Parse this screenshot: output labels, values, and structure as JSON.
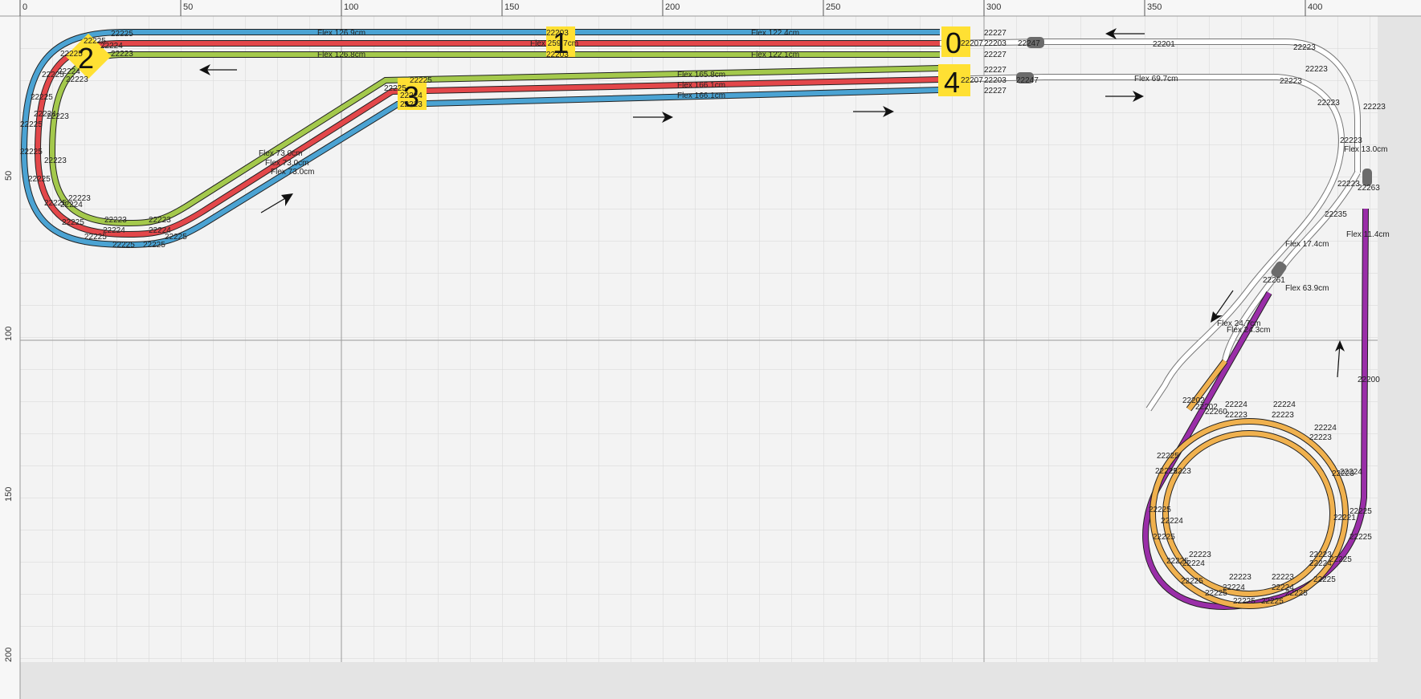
{
  "ruler": {
    "x_labels": [
      "0",
      "50",
      "100",
      "150",
      "200",
      "250",
      "300",
      "350",
      "400"
    ],
    "y_labels": [
      "50",
      "100",
      "150",
      "200"
    ]
  },
  "colors": {
    "blue": "#4ba3d3",
    "red": "#e3474a",
    "green": "#a4c94c",
    "purple": "#9a2ea8",
    "orange": "#f0b14e",
    "white_track": "#ffffff",
    "marker": "#ffe033"
  },
  "markers": [
    {
      "id": "0",
      "label": "0"
    },
    {
      "id": "1",
      "label": "1"
    },
    {
      "id": "2",
      "label": "2"
    },
    {
      "id": "3",
      "label": "3"
    },
    {
      "id": "4",
      "label": "4"
    }
  ],
  "flex_labels": {
    "top_blue_left": "Flex 126.9cm",
    "top_blue_right": "Flex 122.4cm",
    "top_red": "Flex 259.7cm",
    "top_green_left": "Flex 126.8cm",
    "top_green_right": "Flex 122.1cm",
    "diag_1": "Flex 73.0cm",
    "diag_2": "Flex 73.0cm",
    "diag_3": "Flex 73.0cm",
    "mid_green": "Flex 165.8cm",
    "mid_red": "Flex 166.1cm",
    "mid_blue": "Flex 166.1cm",
    "white_mid": "Flex 69.7cm",
    "right_13": "Flex 13.0cm",
    "right_114": "Flex 11.4cm",
    "right_174": "Flex 17.4cm",
    "right_639": "Flex 63.9cm",
    "helix_247": "Flex 24.7cm",
    "helix_243": "Flex 24.3cm"
  },
  "part_labels": {
    "p22203_top": "22203",
    "p22203_mid": "22203",
    "p22203_bot": "22203",
    "p22201": "22201",
    "p22223": "22223",
    "p22225": "22225",
    "p22224": "22224",
    "p22227": "22227",
    "p22235": "22235",
    "p22261": "22261",
    "p22200": "22200",
    "p22202": "22202",
    "p22260": "22260",
    "p22247": "22247",
    "p22207": "22207",
    "p22221": "22221",
    "p22263": "22263"
  }
}
